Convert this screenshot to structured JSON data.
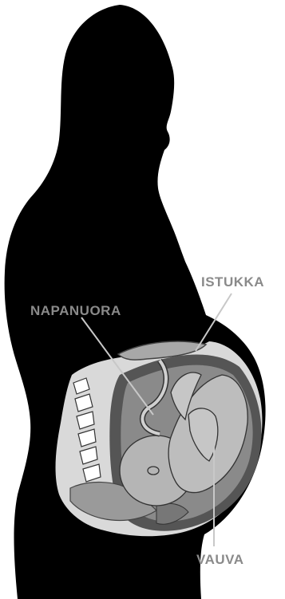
{
  "labels": {
    "placenta": "ISTUKKA",
    "umbilical_cord": "NAPANUORA",
    "baby": "VAUVA"
  },
  "colors": {
    "silhouette": "#000000",
    "label_text": "#8a8a8a",
    "leader_line": "#c8c8c8",
    "cross_section_light": "#d9d9d9",
    "cross_section_mid": "#9a9a9a",
    "cross_section_dark": "#555555",
    "background": "#ffffff"
  }
}
